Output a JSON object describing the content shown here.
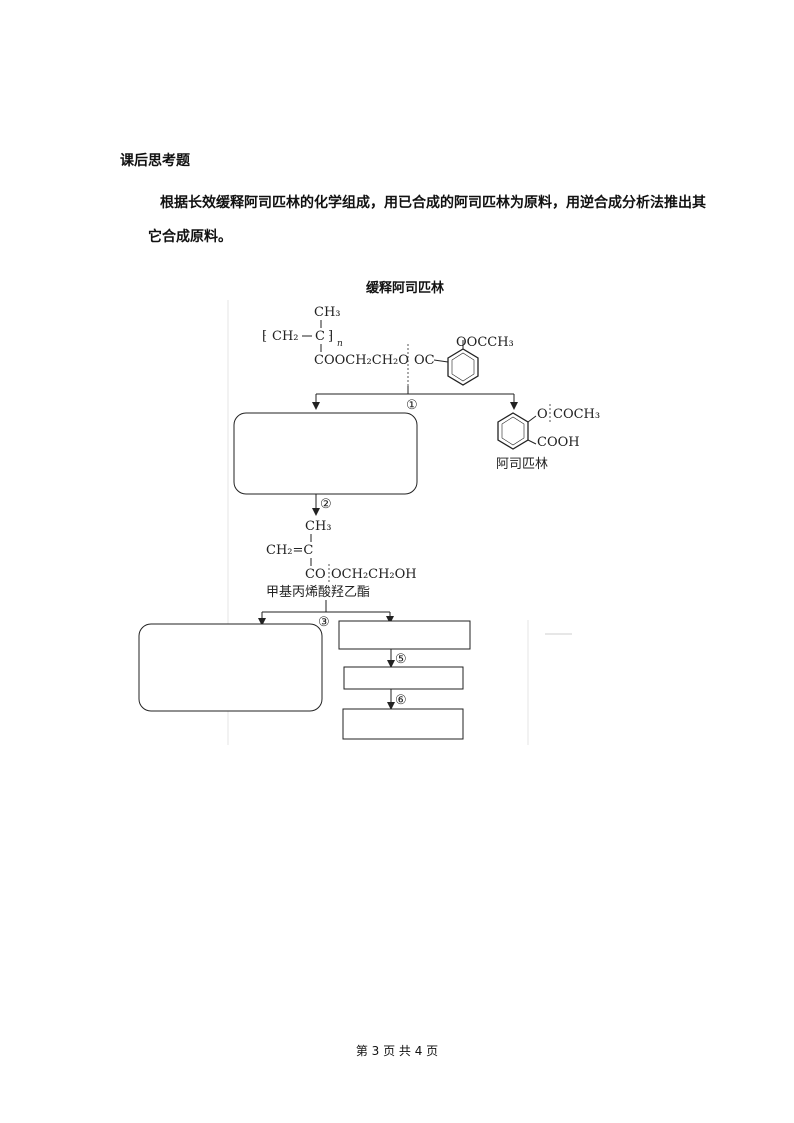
{
  "heading": "课后思考题",
  "question": {
    "line1": "根据长效缓释阿司匹林的化学组成，用已合成的阿司匹林为原料，用逆合成分析法推出其",
    "line2": "它合成原料。"
  },
  "diagram": {
    "title": "缓释阿司匹林",
    "polymer": {
      "ch3": "CH₃",
      "bracket_open": "⁅",
      "ch2": "CH₂",
      "c": "C",
      "bracket_close": "⁆",
      "n": "n",
      "ester_chain": "COOCH₂CH₂O",
      "oc": "OC",
      "ooccch3": "OOCCH₃"
    },
    "steps": [
      "①",
      "②",
      "③",
      "⑤",
      "⑥"
    ],
    "aspirin": {
      "group_top": "O",
      "group_top2": "COCH₃",
      "group_bottom": "COOH",
      "name": "阿司匹林"
    },
    "hema": {
      "ch3": "CH₃",
      "ch2c": "CH₂=C",
      "co": "CO",
      "ooch": "OCH₂CH₂OH",
      "name": "甲基丙烯酸羟乙酯"
    }
  },
  "footer": "第 3 页 共 4 页"
}
